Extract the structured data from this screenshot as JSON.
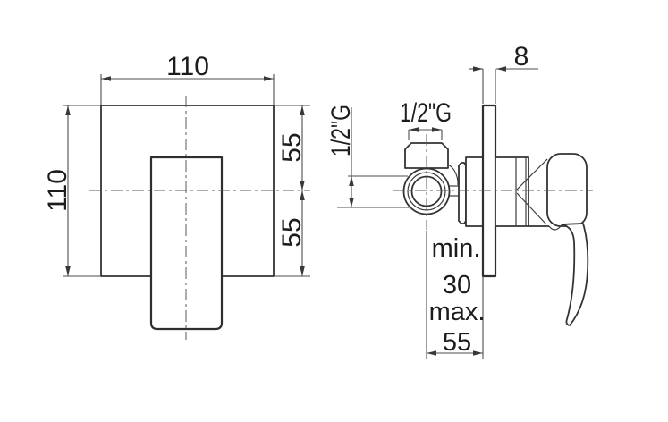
{
  "front_view": {
    "width": "110",
    "height": "110",
    "upper_half": "55",
    "lower_half": "55"
  },
  "side_view": {
    "plate_thickness": "8",
    "top_port_thread": "1/2\"G",
    "front_port_thread": "1/2\"G",
    "depth": {
      "min_label": "min.",
      "min_value": "30",
      "max_label": "max.",
      "max_value": "55"
    }
  },
  "colors": {
    "background": "#ffffff",
    "outline": "#333333",
    "dimension_lines": "#4d4d4d",
    "text": "#1c1c1c"
  }
}
